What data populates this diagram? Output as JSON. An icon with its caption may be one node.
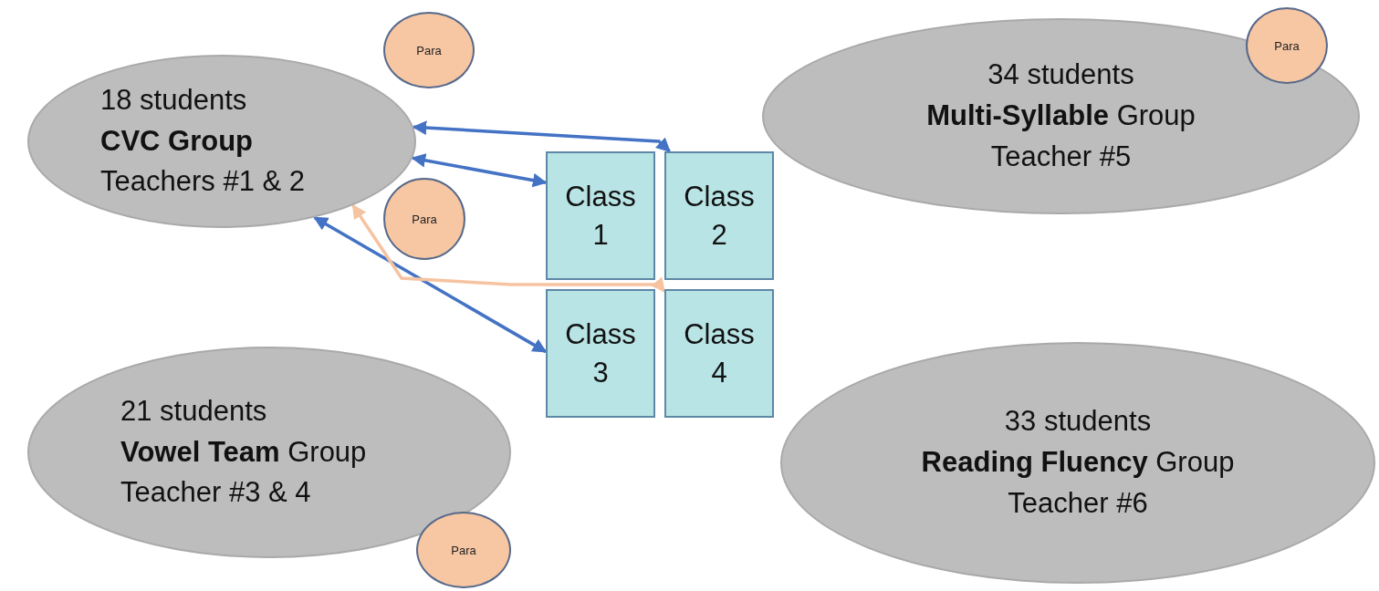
{
  "diagram": {
    "nodes": [
      {
        "text": [
          "18 students",
          "CVC Group",
          "Teachers #1 & 2"
        ]
      },
      {
        "text": [
          "Para"
        ]
      },
      {
        "text": [
          "34 students",
          "**Multi-Syllable** Group",
          "Teacher #5"
        ]
      },
      {
        "text": [
          "Para"
        ]
      },
      {
        "text": [
          "Para"
        ]
      },
      {
        "text": [
          "Class 1"
        ]
      },
      {
        "text": [
          "Class 2"
        ]
      },
      {
        "text": [
          "Class 3"
        ]
      },
      {
        "text": [
          "Class 4"
        ]
      },
      {
        "text": [
          "21 students",
          "**Vowel Team** Group",
          "Teacher #3 & 4"
        ]
      },
      {
        "text": [
          "33 students",
          "**Reading Fluency** Group",
          "Teacher #6"
        ]
      },
      {
        "text": [
          "Para"
        ]
      }
    ],
    "edges": [
      {
        "from": 0,
        "to": 5,
        "arrow": "both"
      },
      {
        "from": 0,
        "to": 6,
        "arrow": "both"
      },
      {
        "from": 0,
        "to": 7,
        "arrow": "both"
      },
      {
        "from": 8,
        "to": 0,
        "arrow": "both",
        "color": "#f6c3a0"
      }
    ]
  }
}
